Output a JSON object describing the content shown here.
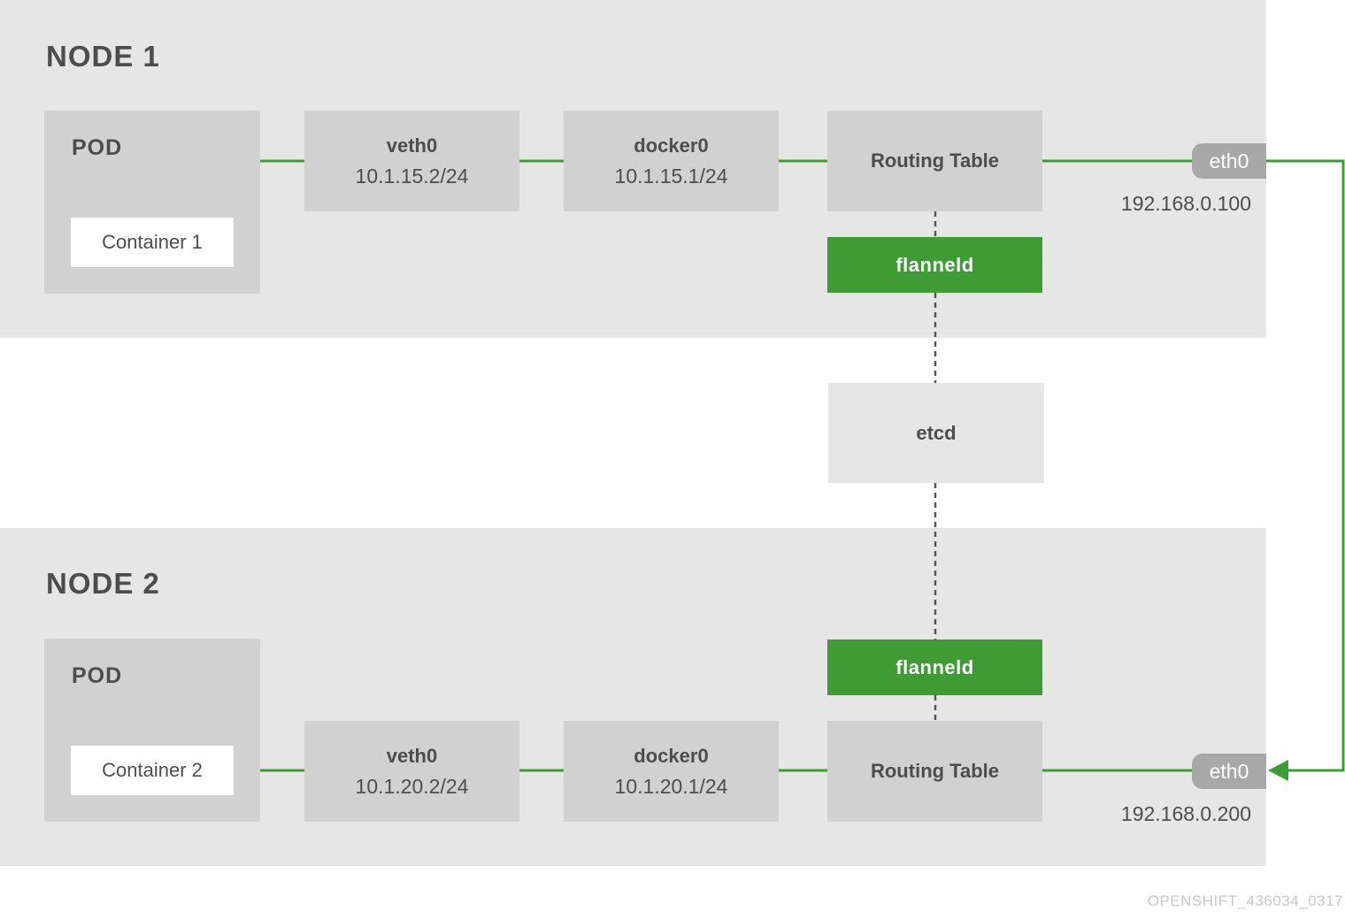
{
  "node1": {
    "title": "NODE 1",
    "pod_label": "POD",
    "container": "Container 1",
    "veth": {
      "label": "veth0",
      "ip": "10.1.15.2/24"
    },
    "docker": {
      "label": "docker0",
      "ip": "10.1.15.1/24"
    },
    "routing": "Routing Table",
    "flanneld": "flanneld",
    "eth": "eth0",
    "eth_ip": "192.168.0.100"
  },
  "node2": {
    "title": "NODE 2",
    "pod_label": "POD",
    "container": "Container 2",
    "veth": {
      "label": "veth0",
      "ip": "10.1.20.2/24"
    },
    "docker": {
      "label": "docker0",
      "ip": "10.1.20.1/24"
    },
    "routing": "Routing Table",
    "flanneld": "flanneld",
    "eth": "eth0",
    "eth_ip": "192.168.0.200"
  },
  "etcd": "etcd",
  "watermark": "OPENSHIFT_436034_0317",
  "colors": {
    "link_green": "#3f9c35",
    "panel_gray": "#e6e6e6",
    "box_gray": "#d1d1d1",
    "eth_gray": "#a8a8a8",
    "dash_gray": "#555555"
  }
}
